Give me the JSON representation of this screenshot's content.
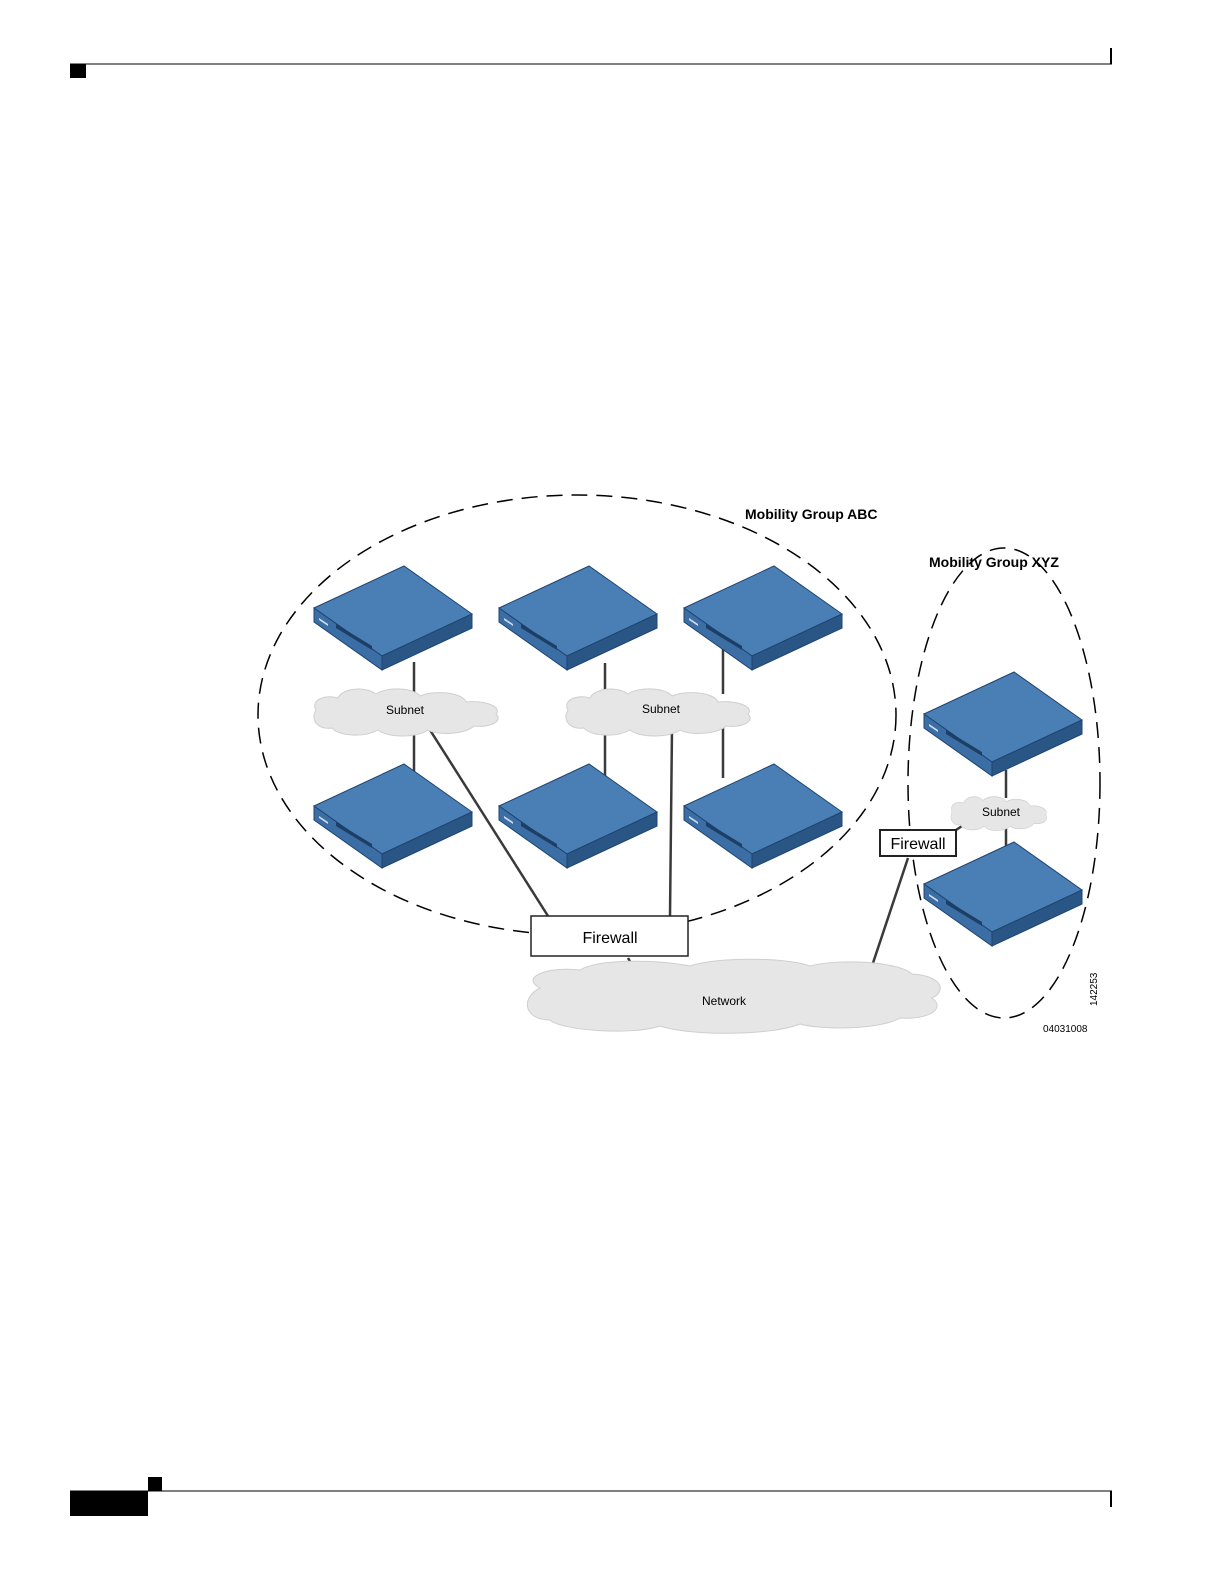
{
  "diagram": {
    "groups": {
      "abc": {
        "title": "Mobility Group ABC"
      },
      "xyz": {
        "title": "Mobility Group XYZ"
      }
    },
    "clouds": {
      "subnet_left": "Subnet",
      "subnet_center": "Subnet",
      "subnet_xyz": "Subnet",
      "network": "Network"
    },
    "firewalls": {
      "main": "Firewall",
      "xyz": "Firewall"
    },
    "figure_ids": {
      "vertical": "142253",
      "bottom": "04031008"
    },
    "colors": {
      "device_top": "#4a7fb5",
      "device_side": "#2f5f93",
      "cloud_fill": "#e6e6e6",
      "line": "#3a3a3a"
    }
  }
}
